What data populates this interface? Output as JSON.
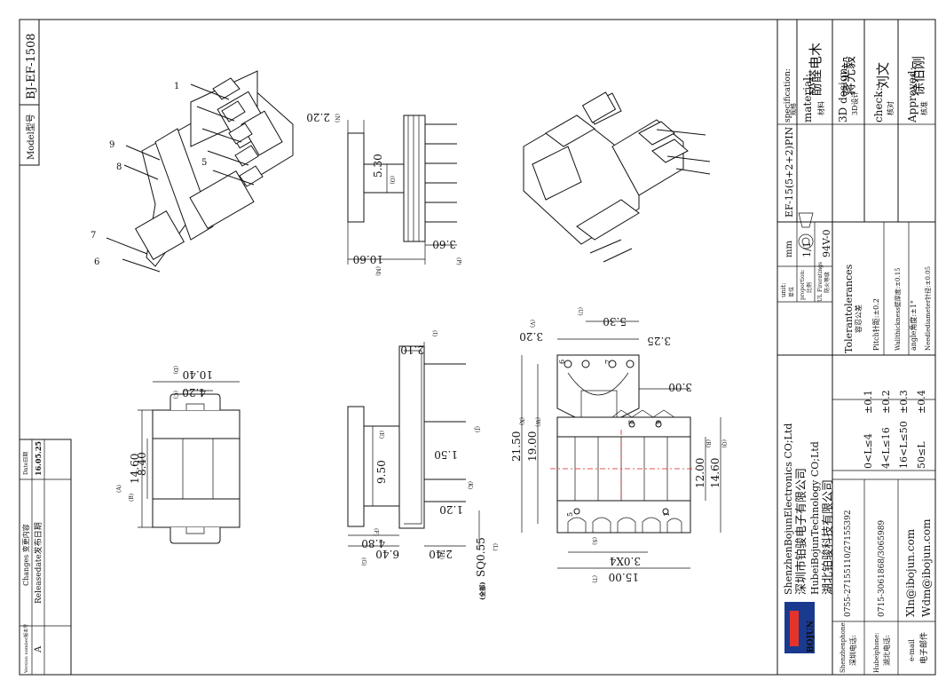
{
  "model": {
    "label": "Model型号",
    "value": "BJ-EF-1508"
  },
  "changes_table": {
    "title": "Changes 变更内容",
    "col_version": "Version number版本号",
    "col_content": "Releasedate发布日期",
    "col_date": "Date日期",
    "rows": [
      {
        "version": "A",
        "content": "Releasedate发布日期",
        "date": "16.05.25"
      }
    ]
  },
  "title_block": {
    "specification_label": "specification:",
    "specification_cn": "规格",
    "specification_value": "EF-15(5+2+2)PIN",
    "material_label": "material:",
    "material_cn": "材料",
    "material_value": "酚醛电木",
    "design_label": "3D design:",
    "design_cn": "3D设计",
    "design_value": "蒋光毅",
    "check_label": "check:",
    "check_cn": "核对",
    "check_value": "刘文",
    "approved_label": "Approved:",
    "approved_cn": "核准",
    "approved_value": "徐伯刚",
    "unit_label": "unit:",
    "unit_cn": "单位",
    "unit_value": "mm",
    "proportion_label": "proportion:",
    "proportion_cn": "比例",
    "proportion_value": "1/1",
    "flame_label": "UL Fireratings",
    "flame_cn": "防火等级",
    "flame_value": "94V-0",
    "tolerances_title": "Tolerantolerances",
    "tolerances_cn": "容忍公差",
    "tolerance_rows": [
      {
        "range": "0<L≤4",
        "value": "±0.1"
      },
      {
        "range": "4<L≤16",
        "value": "±0.2"
      },
      {
        "range": "16<L≤50",
        "value": "±0.3"
      },
      {
        "range": "50≤L",
        "value": "±0.4"
      }
    ],
    "pitch": "Pitch针距:±0.2",
    "wall": "Wallthickness壁厚度:±0.15",
    "angle": "angle角度:±1°",
    "needle": "Needlediameter针径:±0.05"
  },
  "company": {
    "en1": "ShenzhenBojunElectronics CO;Ltd",
    "cn1": "深圳市铂骏电子有限公司",
    "en2": "HubeiBojunTechnology CO;Ltd",
    "cn2": "湖北铂骏科技有限公司",
    "logo_text": "BOJUN",
    "sz_phone_label": "Shenzhenphone:",
    "sz_phone_cn": "深圳电话:",
    "sz_phone": "0755-27155110/27155392",
    "hb_phone_label": "Hubeiphone:",
    "hb_phone_cn": "湖北电话:",
    "hb_phone": "0715-3061868/3065989",
    "email_label": "e-mail",
    "email_cn": "电子邮件",
    "email1": "Xln@ibojun.com",
    "email2": "Wdm@ibojun.com"
  },
  "dimensions": {
    "d_10_40": "10.40",
    "d_4_20": "4.20",
    "d_14_60a": "14.60",
    "d_8_40": "8.40",
    "d_2_20": "2.20",
    "d_5_30a": "5.30",
    "d_3_60": "3.60",
    "d_10_60": "10.60",
    "d_2_10": "2.10",
    "d_1_50": "1.50",
    "d_9_50": "9.50",
    "d_1_20": "1.20",
    "d_4_80": "4.80",
    "d_6_40": "6.40",
    "d_2_40": "2.40",
    "d_sq055": "SQ0.55",
    "d_all": "(全部)",
    "d_3_20": "3.20",
    "d_5_30b": "5.30",
    "d_3_25": "3.25",
    "d_3_00": "3.00",
    "d_21_50": "21.50",
    "d_19_00": "19.00",
    "d_12_00": "12.00",
    "d_14_60b": "14.60",
    "d_3x4": "3.0X4",
    "d_15_00": "15.00"
  },
  "dim_letters": {
    "A": "(A)",
    "B": "(B)",
    "C": "(C)",
    "D": "(D)",
    "E": "(E)",
    "F": "(F)",
    "G": "(G)",
    "H": "(H)",
    "I": "(I)",
    "J": "(J)",
    "K": "(K)",
    "L": "(L)",
    "M": "(M)",
    "N": "(N)",
    "O": "(O)",
    "P": "(P)",
    "Q": "(Q)",
    "R": "(R)",
    "S": "(S)",
    "T": "(T)",
    "U": "(U)",
    "V": "(V)",
    "W": "(W)",
    "X": "(X)"
  },
  "pin_labels": {
    "p1": "1",
    "p5": "5",
    "p6": "6",
    "p7": "7",
    "p8": "8",
    "p9": "9",
    "b1": "1",
    "b5": "5",
    "b6": "6",
    "b7": "7",
    "b8": "8",
    "b9": "9"
  }
}
